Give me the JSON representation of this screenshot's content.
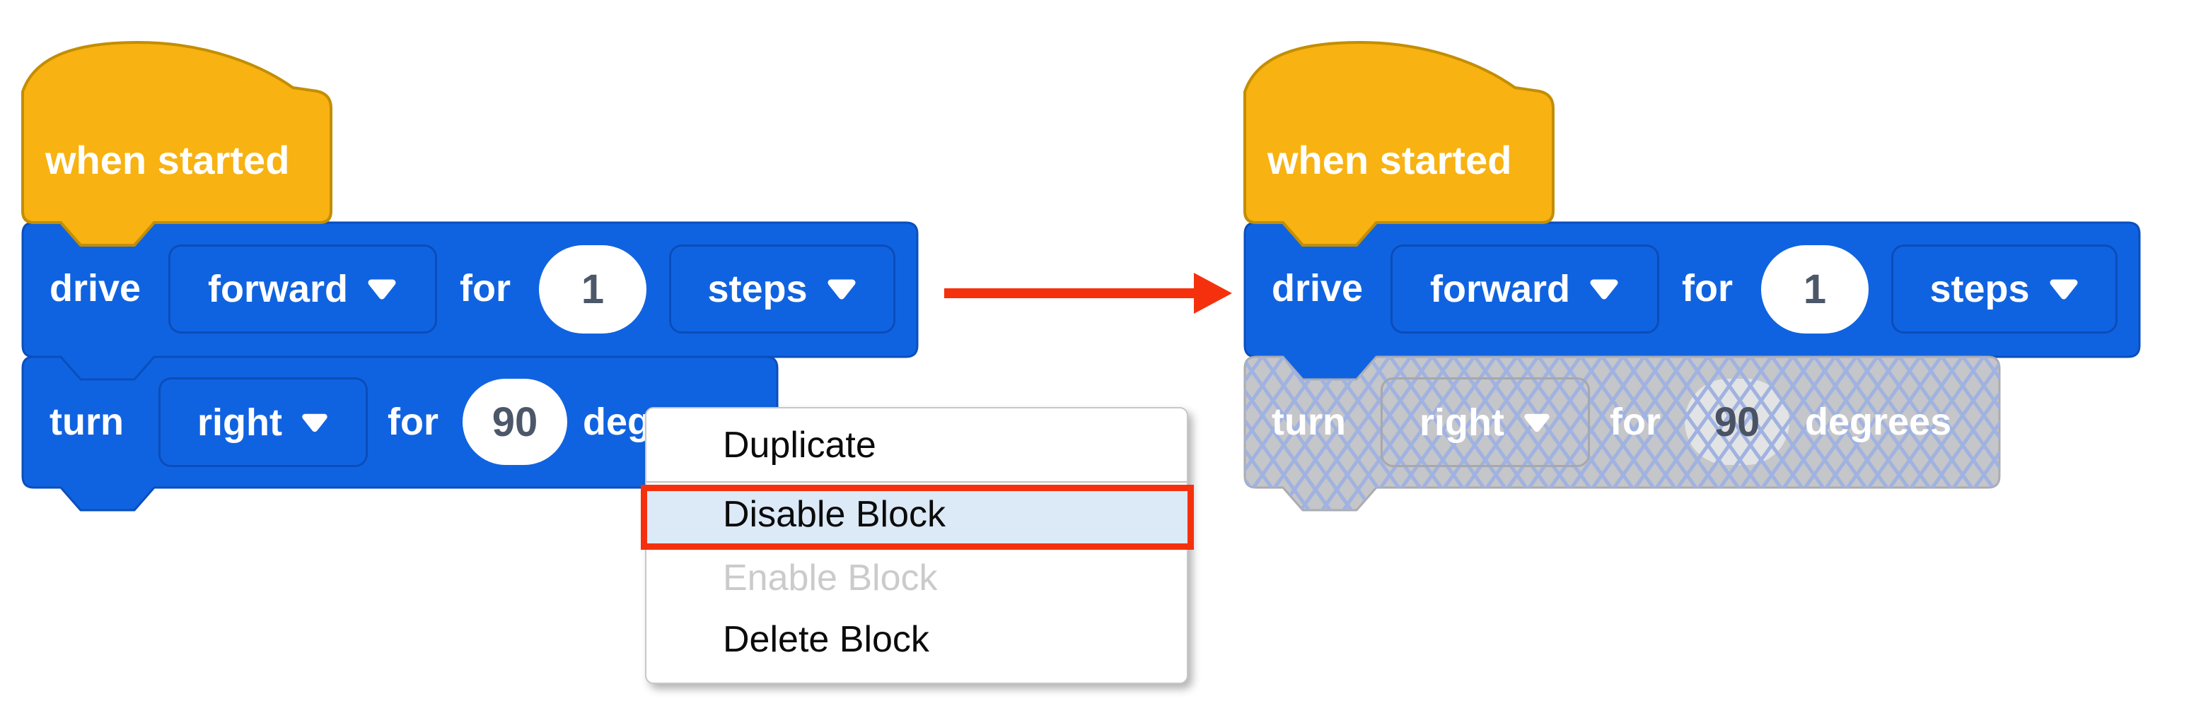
{
  "colors": {
    "block_blue": "#1063E0",
    "block_blue_stroke": "#0A4FBD",
    "hat_yellow": "#F8B211",
    "hat_yellow_stroke": "#C28E03",
    "disabled_gray": "#C5C6C9",
    "disabled_gray_stroke": "#ABACB0",
    "crosshatch_line": "#A0B2E0",
    "arrow_red": "#F5310D",
    "highlight_red_border": "#F5310D",
    "highlight_blue_bg": "#DCE9F7",
    "number_text": "#4C5869",
    "menu_text": "#0B0B0B",
    "menu_disabled_text": "#CBCBCB"
  },
  "left_stack": {
    "hat": {
      "label": "when started"
    },
    "drive_block": {
      "prefix": "drive",
      "direction_value": "forward",
      "for_label": "for",
      "distance_value": "1",
      "unit_value": "steps"
    },
    "turn_block": {
      "prefix": "turn",
      "direction_value": "right",
      "for_label": "for",
      "angle_value": "90",
      "unit_label": "degrees"
    }
  },
  "right_stack": {
    "hat": {
      "label": "when started"
    },
    "drive_block": {
      "prefix": "drive",
      "direction_value": "forward",
      "for_label": "for",
      "distance_value": "1",
      "unit_value": "steps"
    },
    "turn_block": {
      "prefix": "turn",
      "direction_value": "right",
      "for_label": "for",
      "angle_value": "90",
      "unit_label": "degrees",
      "state": "disabled"
    }
  },
  "context_menu": {
    "items": [
      {
        "label": "Duplicate",
        "state": "normal"
      },
      {
        "label": "Disable Block",
        "state": "highlighted"
      },
      {
        "label": "Enable Block",
        "state": "disabled"
      },
      {
        "label": "Delete Block",
        "state": "normal"
      }
    ]
  }
}
